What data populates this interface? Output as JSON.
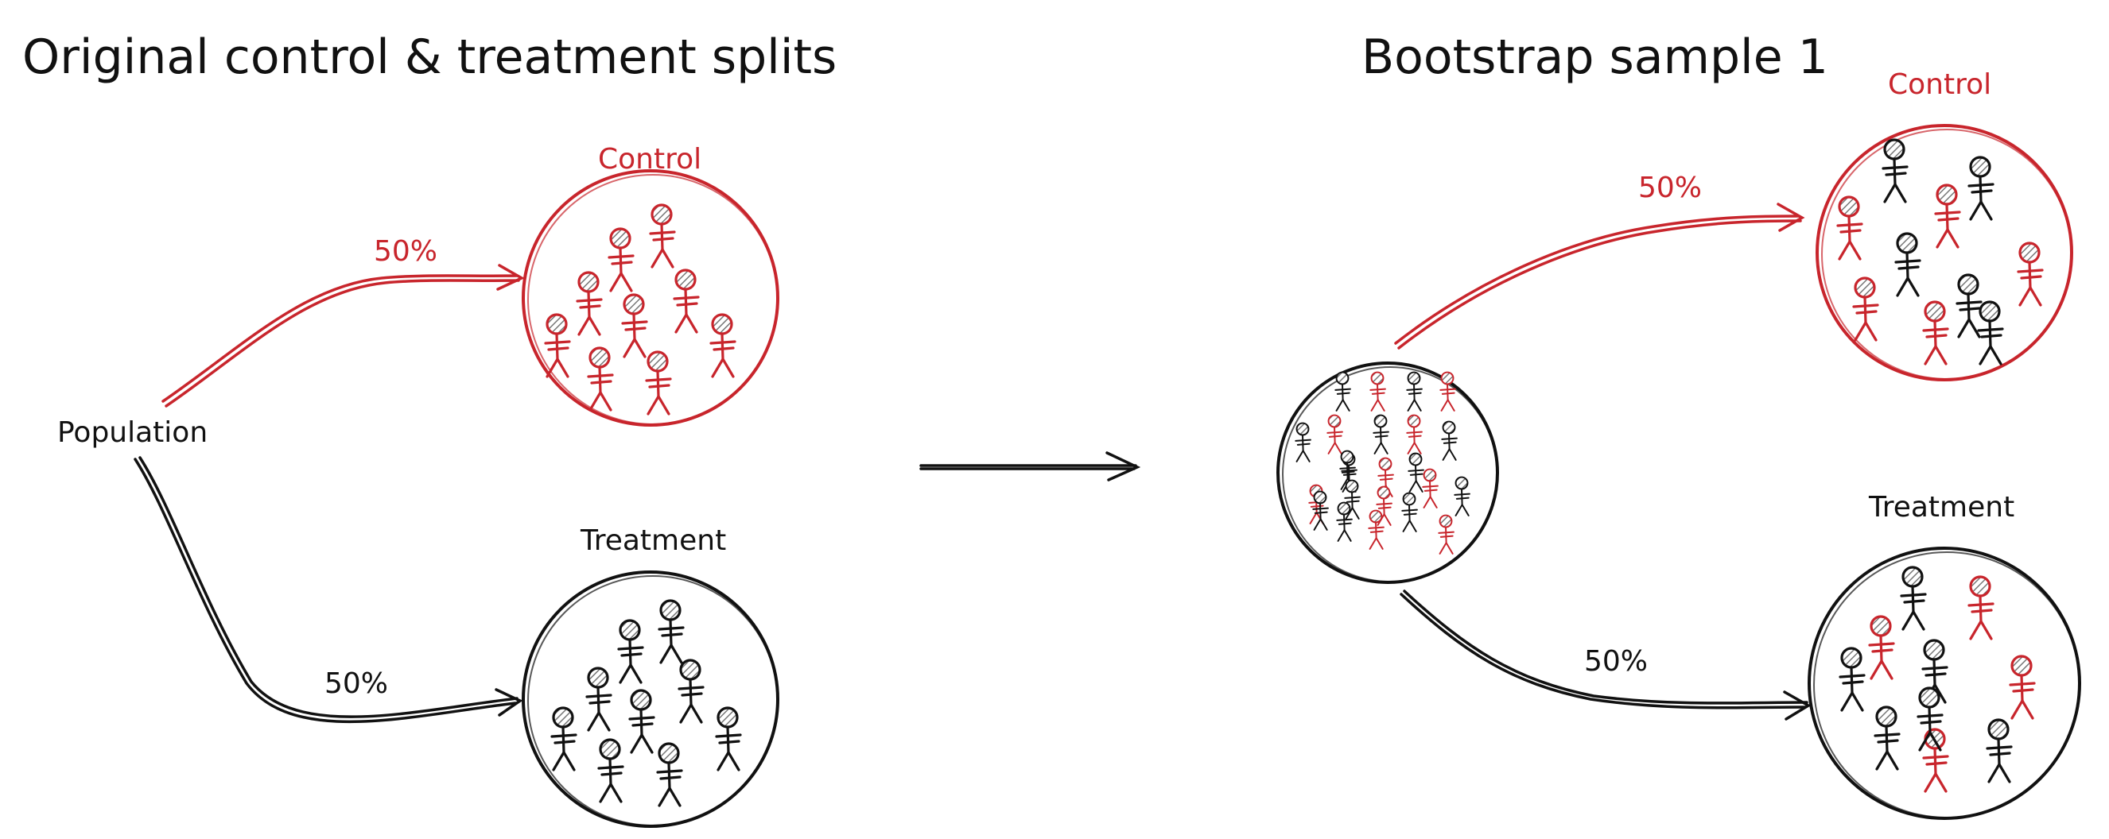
{
  "left": {
    "title": "Original control & treatment splits",
    "source_label": "Population",
    "control": {
      "label": "Control",
      "percent": "50%",
      "people": 9,
      "red": 9,
      "black": 0
    },
    "treatment": {
      "label": "Treatment",
      "percent": "50%",
      "people": 9,
      "red": 0,
      "black": 9
    }
  },
  "right": {
    "title": "Bootstrap sample 1",
    "population_people": {
      "red": 11,
      "black": 12
    },
    "control": {
      "label": "Control",
      "percent": "50%",
      "people": 10,
      "red": 5,
      "black": 5
    },
    "treatment": {
      "label": "Treatment",
      "percent": "50%",
      "people": 10,
      "red": 4,
      "black": 6
    }
  },
  "colors": {
    "red": "#c8252c",
    "black": "#111111",
    "hatch": "#777777"
  }
}
